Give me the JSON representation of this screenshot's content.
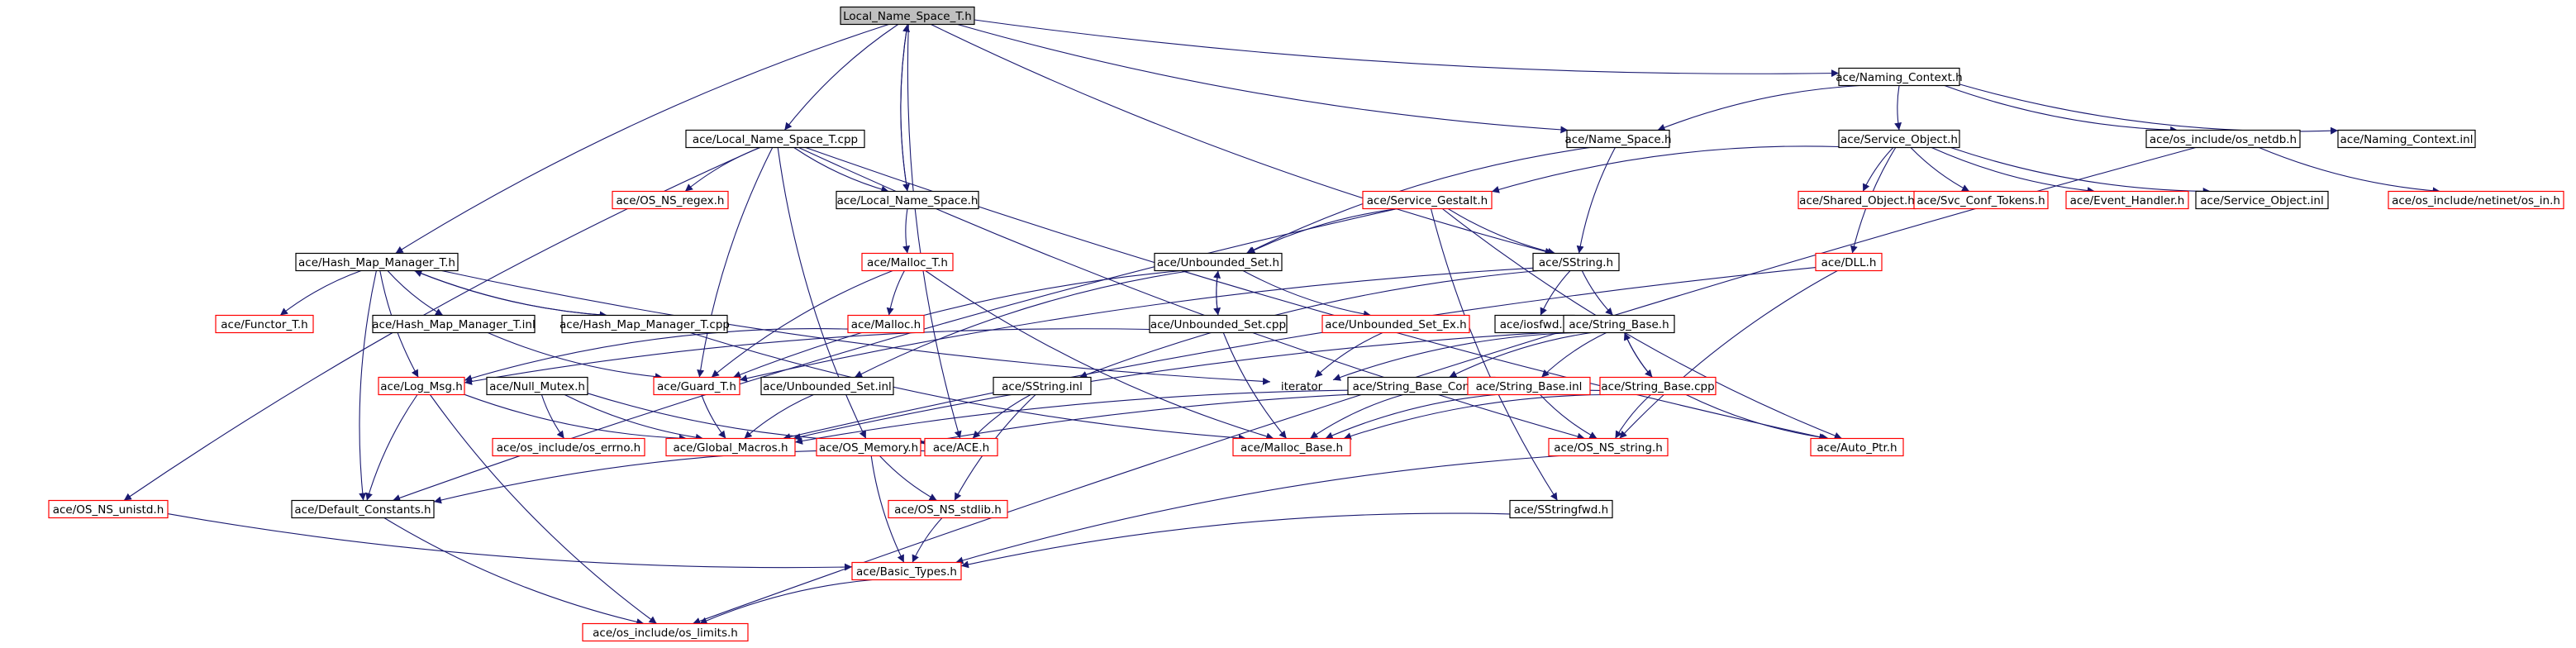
{
  "colors": {
    "edge": "#191970",
    "border_black": "#000000",
    "border_red": "#ff0000",
    "fill_selected": "#bfbfbf",
    "fill_default": "#ffffff",
    "text": "#000000"
  },
  "nodes": [
    {
      "id": "local_name_space_t_h",
      "label": "Local_Name_Space_T.h",
      "border": "black",
      "selected": true
    },
    {
      "id": "naming_context_h",
      "label": "ace/Naming_Context.h",
      "border": "black"
    },
    {
      "id": "local_name_space_t_cpp",
      "label": "ace/Local_Name_Space_T.cpp",
      "border": "black"
    },
    {
      "id": "name_space_h",
      "label": "ace/Name_Space.h",
      "border": "black"
    },
    {
      "id": "service_object_h",
      "label": "ace/Service_Object.h",
      "border": "black"
    },
    {
      "id": "os_netdb_h",
      "label": "ace/os_include/os_netdb.h",
      "border": "black"
    },
    {
      "id": "naming_context_inl",
      "label": "ace/Naming_Context.inl",
      "border": "black"
    },
    {
      "id": "os_ns_regex_h",
      "label": "ace/OS_NS_regex.h",
      "border": "red"
    },
    {
      "id": "local_name_space_h",
      "label": "ace/Local_Name_Space.h",
      "border": "black"
    },
    {
      "id": "service_gestalt_h",
      "label": "ace/Service_Gestalt.h",
      "border": "red"
    },
    {
      "id": "shared_object_h",
      "label": "ace/Shared_Object.h",
      "border": "red"
    },
    {
      "id": "svc_conf_tokens_h",
      "label": "ace/Svc_Conf_Tokens.h",
      "border": "red"
    },
    {
      "id": "event_handler_h",
      "label": "ace/Event_Handler.h",
      "border": "red"
    },
    {
      "id": "service_object_inl",
      "label": "ace/Service_Object.inl",
      "border": "black"
    },
    {
      "id": "netinet_in_h",
      "label": "ace/os_include/netinet/os_in.h",
      "border": "red"
    },
    {
      "id": "hash_map_manager_t_h",
      "label": "ace/Hash_Map_Manager_T.h",
      "border": "black"
    },
    {
      "id": "malloc_t_h",
      "label": "ace/Malloc_T.h",
      "border": "red"
    },
    {
      "id": "unbounded_set_h",
      "label": "ace/Unbounded_Set.h",
      "border": "black"
    },
    {
      "id": "sstring_h",
      "label": "ace/SString.h",
      "border": "black"
    },
    {
      "id": "dll_h",
      "label": "ace/DLL.h",
      "border": "red"
    },
    {
      "id": "functor_t_h",
      "label": "ace/Functor_T.h",
      "border": "red"
    },
    {
      "id": "hash_map_manager_t_inl",
      "label": "ace/Hash_Map_Manager_T.inl",
      "border": "black"
    },
    {
      "id": "hash_map_manager_t_cpp",
      "label": "ace/Hash_Map_Manager_T.cpp",
      "border": "black"
    },
    {
      "id": "malloc_h",
      "label": "ace/Malloc.h",
      "border": "red"
    },
    {
      "id": "unbounded_set_cpp",
      "label": "ace/Unbounded_Set.cpp",
      "border": "black"
    },
    {
      "id": "unbounded_set_ex_h",
      "label": "ace/Unbounded_Set_Ex.h",
      "border": "red"
    },
    {
      "id": "iosfwd_h",
      "label": "ace/iosfwd.h",
      "border": "black"
    },
    {
      "id": "string_base_h",
      "label": "ace/String_Base.h",
      "border": "black"
    },
    {
      "id": "log_msg_h",
      "label": "ace/Log_Msg.h",
      "border": "red"
    },
    {
      "id": "null_mutex_h",
      "label": "ace/Null_Mutex.h",
      "border": "black"
    },
    {
      "id": "guard_t_h",
      "label": "ace/Guard_T.h",
      "border": "red"
    },
    {
      "id": "unbounded_set_inl",
      "label": "ace/Unbounded_Set.inl",
      "border": "black"
    },
    {
      "id": "iterator",
      "label": "iterator",
      "border": "none"
    },
    {
      "id": "sstring_inl",
      "label": "ace/SString.inl",
      "border": "black"
    },
    {
      "id": "string_base_const_h",
      "label": "ace/String_Base_Const.h",
      "border": "black"
    },
    {
      "id": "string_base_inl",
      "label": "ace/String_Base.inl",
      "border": "red"
    },
    {
      "id": "string_base_cpp",
      "label": "ace/String_Base.cpp",
      "border": "red"
    },
    {
      "id": "os_errno_h",
      "label": "ace/os_include/os_errno.h",
      "border": "red"
    },
    {
      "id": "global_macros_h",
      "label": "ace/Global_Macros.h",
      "border": "red"
    },
    {
      "id": "os_memory_h",
      "label": "ace/OS_Memory.h",
      "border": "red"
    },
    {
      "id": "ace_h",
      "label": "ace/ACE.h",
      "border": "red"
    },
    {
      "id": "malloc_base_h",
      "label": "ace/Malloc_Base.h",
      "border": "red"
    },
    {
      "id": "os_ns_string_h",
      "label": "ace/OS_NS_string.h",
      "border": "red"
    },
    {
      "id": "auto_ptr_h",
      "label": "ace/Auto_Ptr.h",
      "border": "red"
    },
    {
      "id": "os_ns_unistd_h",
      "label": "ace/OS_NS_unistd.h",
      "border": "red"
    },
    {
      "id": "default_constants_h",
      "label": "ace/Default_Constants.h",
      "border": "black"
    },
    {
      "id": "os_ns_stdlib_h",
      "label": "ace/OS_NS_stdlib.h",
      "border": "red"
    },
    {
      "id": "sstringfwd_h",
      "label": "ace/SStringfwd.h",
      "border": "black"
    },
    {
      "id": "basic_types_h",
      "label": "ace/Basic_Types.h",
      "border": "red"
    },
    {
      "id": "os_limits_h",
      "label": "ace/os_include/os_limits.h",
      "border": "red"
    }
  ],
  "edges": [
    [
      "local_name_space_t_h",
      "naming_context_h"
    ],
    [
      "local_name_space_t_h",
      "local_name_space_t_cpp"
    ],
    [
      "local_name_space_t_h",
      "name_space_h"
    ],
    [
      "local_name_space_t_h",
      "local_name_space_h"
    ],
    [
      "local_name_space_t_h",
      "hash_map_manager_t_h"
    ],
    [
      "local_name_space_t_h",
      "sstring_h"
    ],
    [
      "local_name_space_t_h",
      "ace_h"
    ],
    [
      "naming_context_h",
      "name_space_h"
    ],
    [
      "naming_context_h",
      "service_object_h"
    ],
    [
      "naming_context_h",
      "os_netdb_h"
    ],
    [
      "naming_context_h",
      "naming_context_inl"
    ],
    [
      "local_name_space_t_cpp",
      "os_ns_regex_h"
    ],
    [
      "local_name_space_t_cpp",
      "local_name_space_h"
    ],
    [
      "local_name_space_t_cpp",
      "os_ns_unistd_h"
    ],
    [
      "local_name_space_t_cpp",
      "guard_t_h"
    ],
    [
      "local_name_space_t_cpp",
      "auto_ptr_h"
    ],
    [
      "local_name_space_t_cpp",
      "os_memory_h"
    ],
    [
      "local_name_space_t_cpp",
      "os_ns_string_h"
    ],
    [
      "local_name_space_h",
      "local_name_space_t_h"
    ],
    [
      "local_name_space_h",
      "malloc_t_h"
    ],
    [
      "name_space_h",
      "unbounded_set_h"
    ],
    [
      "name_space_h",
      "sstring_h"
    ],
    [
      "service_object_h",
      "service_gestalt_h"
    ],
    [
      "service_object_h",
      "shared_object_h"
    ],
    [
      "service_object_h",
      "svc_conf_tokens_h"
    ],
    [
      "service_object_h",
      "event_handler_h"
    ],
    [
      "service_object_h",
      "service_object_inl"
    ],
    [
      "service_object_h",
      "dll_h"
    ],
    [
      "os_netdb_h",
      "netinet_in_h"
    ],
    [
      "os_netdb_h",
      "os_limits_h"
    ],
    [
      "service_gestalt_h",
      "unbounded_set_h"
    ],
    [
      "service_gestalt_h",
      "sstring_h"
    ],
    [
      "service_gestalt_h",
      "default_constants_h"
    ],
    [
      "service_gestalt_h",
      "auto_ptr_h"
    ],
    [
      "service_gestalt_h",
      "sstringfwd_h"
    ],
    [
      "hash_map_manager_t_h",
      "functor_t_h"
    ],
    [
      "hash_map_manager_t_h",
      "hash_map_manager_t_inl"
    ],
    [
      "hash_map_manager_t_h",
      "hash_map_manager_t_cpp"
    ],
    [
      "hash_map_manager_t_h",
      "log_msg_h"
    ],
    [
      "hash_map_manager_t_h",
      "default_constants_h"
    ],
    [
      "hash_map_manager_t_h",
      "iterator"
    ],
    [
      "hash_map_manager_t_cpp",
      "hash_map_manager_t_h"
    ],
    [
      "hash_map_manager_t_cpp",
      "malloc_base_h"
    ],
    [
      "hash_map_manager_t_inl",
      "guard_t_h"
    ],
    [
      "malloc_t_h",
      "malloc_h"
    ],
    [
      "malloc_t_h",
      "malloc_base_h"
    ],
    [
      "malloc_t_h",
      "guard_t_h"
    ],
    [
      "malloc_h",
      "log_msg_h"
    ],
    [
      "unbounded_set_h",
      "unbounded_set_cpp"
    ],
    [
      "unbounded_set_h",
      "unbounded_set_ex_h"
    ],
    [
      "unbounded_set_h",
      "unbounded_set_inl"
    ],
    [
      "unbounded_set_h",
      "guard_t_h"
    ],
    [
      "unbounded_set_cpp",
      "unbounded_set_h"
    ],
    [
      "unbounded_set_cpp",
      "malloc_base_h"
    ],
    [
      "unbounded_set_cpp",
      "log_msg_h"
    ],
    [
      "unbounded_set_ex_h",
      "iterator"
    ],
    [
      "unbounded_set_inl",
      "global_macros_h"
    ],
    [
      "sstring_h",
      "iosfwd_h"
    ],
    [
      "sstring_h",
      "string_base_h"
    ],
    [
      "sstring_h",
      "sstring_inl"
    ],
    [
      "sstring_h",
      "guard_t_h"
    ],
    [
      "dll_h",
      "os_ns_string_h"
    ],
    [
      "dll_h",
      "global_macros_h"
    ],
    [
      "string_base_h",
      "string_base_const_h"
    ],
    [
      "string_base_h",
      "string_base_inl"
    ],
    [
      "string_base_h",
      "string_base_cpp"
    ],
    [
      "string_base_h",
      "iterator"
    ],
    [
      "string_base_h",
      "global_macros_h"
    ],
    [
      "string_base_cpp",
      "string_base_h"
    ],
    [
      "string_base_cpp",
      "malloc_base_h"
    ],
    [
      "string_base_cpp",
      "os_ns_string_h"
    ],
    [
      "string_base_cpp",
      "auto_ptr_h"
    ],
    [
      "string_base_cpp",
      "os_memory_h"
    ],
    [
      "string_base_inl",
      "malloc_base_h"
    ],
    [
      "string_base_inl",
      "global_macros_h"
    ],
    [
      "string_base_inl",
      "os_ns_string_h"
    ],
    [
      "string_base_const_h",
      "malloc_base_h"
    ],
    [
      "sstring_inl",
      "ace_h"
    ],
    [
      "sstring_inl",
      "os_ns_stdlib_h"
    ],
    [
      "log_msg_h",
      "global_macros_h"
    ],
    [
      "log_msg_h",
      "default_constants_h"
    ],
    [
      "log_msg_h",
      "os_limits_h"
    ],
    [
      "null_mutex_h",
      "os_errno_h"
    ],
    [
      "null_mutex_h",
      "global_macros_h"
    ],
    [
      "null_mutex_h",
      "ace_h"
    ],
    [
      "guard_t_h",
      "global_macros_h"
    ],
    [
      "ace_h",
      "default_constants_h"
    ],
    [
      "os_memory_h",
      "os_ns_stdlib_h"
    ],
    [
      "os_memory_h",
      "basic_types_h"
    ],
    [
      "os_ns_stdlib_h",
      "basic_types_h"
    ],
    [
      "os_ns_string_h",
      "basic_types_h"
    ],
    [
      "os_ns_unistd_h",
      "basic_types_h"
    ],
    [
      "sstringfwd_h",
      "basic_types_h"
    ],
    [
      "default_constants_h",
      "os_limits_h"
    ],
    [
      "basic_types_h",
      "os_limits_h"
    ]
  ]
}
